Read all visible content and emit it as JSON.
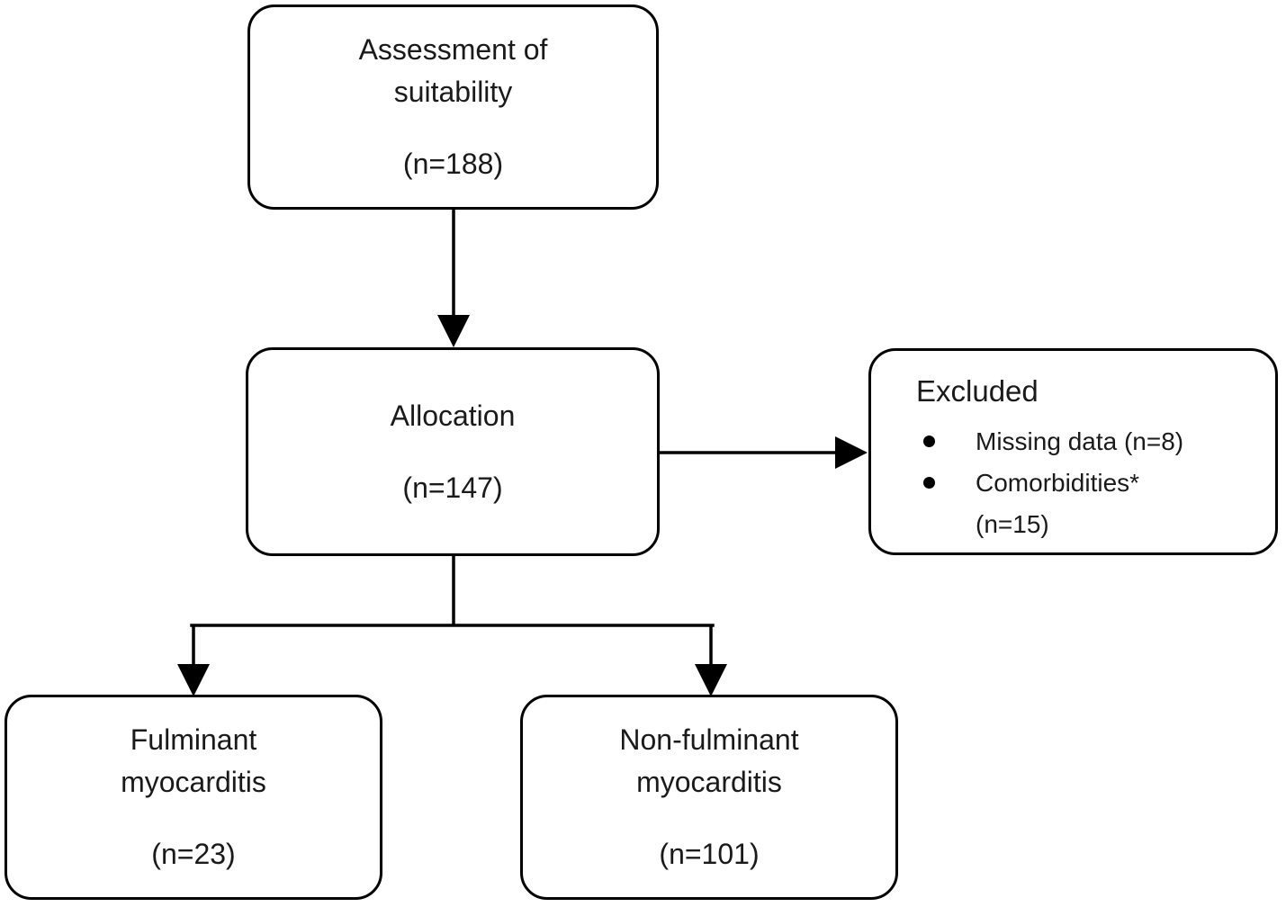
{
  "nodes": {
    "assessment": {
      "lines": [
        "Assessment of",
        "suitability"
      ],
      "count": "(n=188)"
    },
    "allocation": {
      "lines": [
        "Allocation"
      ],
      "count": "(n=147)"
    },
    "excluded": {
      "title": "Excluded",
      "bullets": [
        {
          "lines": [
            "Missing data (n=8)"
          ]
        },
        {
          "lines": [
            "Comorbidities*",
            "(n=15)"
          ]
        }
      ]
    },
    "fulminant": {
      "lines": [
        "Fulminant",
        "myocarditis"
      ],
      "count": "(n=23)"
    },
    "non_fulminant": {
      "lines": [
        "Non-fulminant",
        "myocarditis"
      ],
      "count": "(n=101)"
    }
  },
  "edges": [
    {
      "from": "assessment",
      "to": "allocation"
    },
    {
      "from": "allocation",
      "to": "excluded"
    },
    {
      "from": "allocation",
      "to": "fulminant"
    },
    {
      "from": "allocation",
      "to": "non_fulminant"
    }
  ],
  "colors": {
    "line": "#000000",
    "text": "#1a1a1a",
    "background": "#ffffff"
  }
}
